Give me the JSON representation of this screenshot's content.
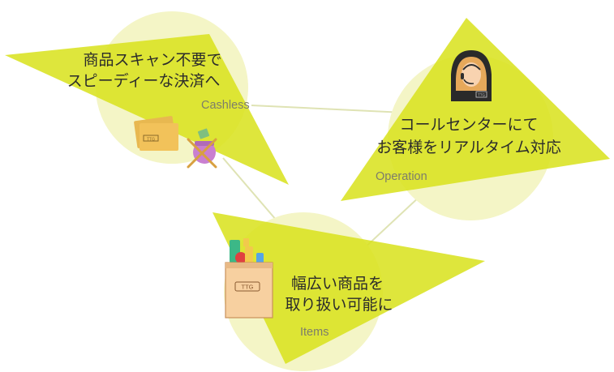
{
  "colors": {
    "circle_fill": "#f4f5c6",
    "triangle_fill": "#d8e21a",
    "connector": "#dfe3b4"
  },
  "nodes": {
    "cashless": {
      "label": "Cashless",
      "line1": "商品スキャン不要で",
      "line2": "スピーディーな決済へ",
      "icon": "wallet-and-cards-crossed-icon"
    },
    "operation": {
      "label": "Operation",
      "line1": "コールセンターにて",
      "line2": "お客様をリアルタイム対応",
      "icon": "call-center-operator-icon"
    },
    "items": {
      "label": "Items",
      "line1": "幅広い商品を",
      "line2": "取り扱い可能に",
      "icon": "grocery-bag-icon"
    }
  },
  "logo_text": "TTG"
}
